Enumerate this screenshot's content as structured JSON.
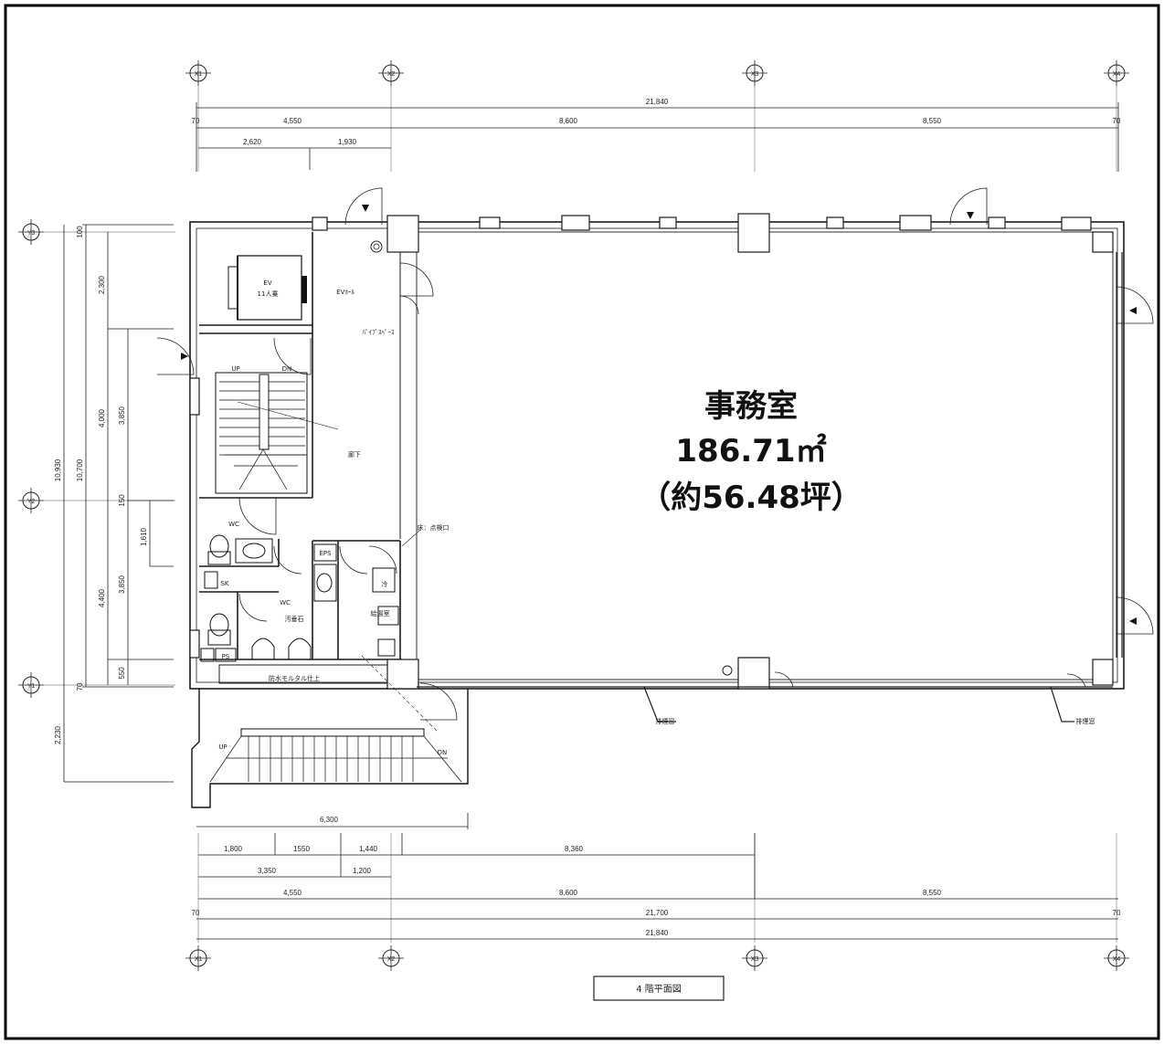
{
  "room": {
    "name": "事務室",
    "area": "186.71㎡",
    "tsubo": "（約56.48坪）"
  },
  "axes": {
    "x": [
      "X1",
      "X2",
      "X3",
      "X4"
    ],
    "y": [
      "Y3",
      "Y2",
      "Y1"
    ]
  },
  "dims_top": {
    "total": "21,840",
    "offset_left": "70",
    "offset_right": "70",
    "spans": [
      "4,550",
      "8,600",
      "8,550"
    ],
    "sub": [
      "2,620",
      "1,930"
    ]
  },
  "dims_bottom": {
    "row1": [
      "1,800",
      "1550",
      "1,440",
      "8,360"
    ],
    "row2": [
      "3,350",
      "1,200"
    ],
    "row3": [
      "4,550",
      "8,600",
      "8,550"
    ],
    "row4_total": "21,700",
    "row4_left": "70",
    "row4_right": "70",
    "total": "21,840",
    "stair": "6,300"
  },
  "dims_left": {
    "outer_total": "10,930",
    "inner_total": "10,700",
    "col_a": [
      "2,300",
      "4,000",
      "4,400"
    ],
    "col_b": [
      "3,850",
      "3,850"
    ],
    "col_c": [
      "1,610"
    ],
    "small": [
      "100",
      "150",
      "550",
      "70"
    ],
    "extra": "2,230"
  },
  "labels": {
    "ev": "EV",
    "ev_capacity": "11人乗",
    "ev_hall": "EVﾎｰﾙ",
    "pipe_shaft": "ﾊﾟｲﾌﾟｽﾍﾟｰｽ",
    "corridor": "廊下",
    "up": "UP",
    "dn": "DN",
    "wc": "WC",
    "sk": "SK",
    "eps": "EPS",
    "ps": "PS",
    "cold": "冷",
    "pantry": "給湯室",
    "urinal": "汚垂石",
    "inspection": "床：点検口",
    "waterproof": "防水モルタル仕上",
    "window1": "排煙窓",
    "window2": "排煙窓"
  },
  "caption": "4 階平面図",
  "colors": {
    "line": "#1a1a1a",
    "grid": "#555555",
    "background": "#ffffff"
  }
}
